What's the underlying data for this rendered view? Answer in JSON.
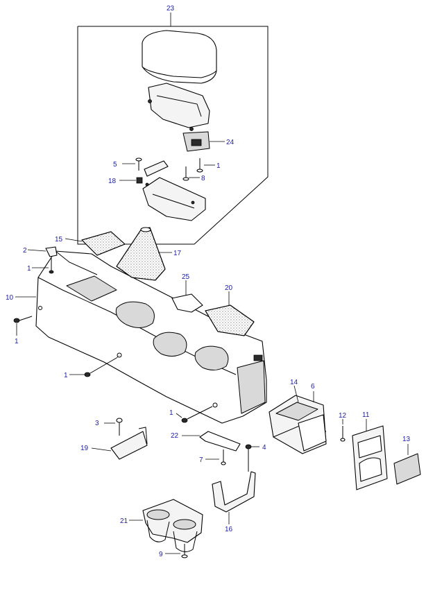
{
  "diagram": {
    "callouts": {
      "c23": "23",
      "c24": "24",
      "c5": "5",
      "c1a": "1",
      "c18": "18",
      "c8": "8",
      "c15": "15",
      "c17": "17",
      "c2": "2",
      "c1b": "1",
      "c10": "10",
      "c1c": "1",
      "c25": "25",
      "c20": "20",
      "c1d": "1",
      "c14": "14",
      "c6": "6",
      "c1e": "1",
      "c12": "12",
      "c11": "11",
      "c13": "13",
      "c3": "3",
      "c22": "22",
      "c19": "19",
      "c4": "4",
      "c7": "7",
      "c16": "16",
      "c21": "21",
      "c9": "9"
    }
  }
}
